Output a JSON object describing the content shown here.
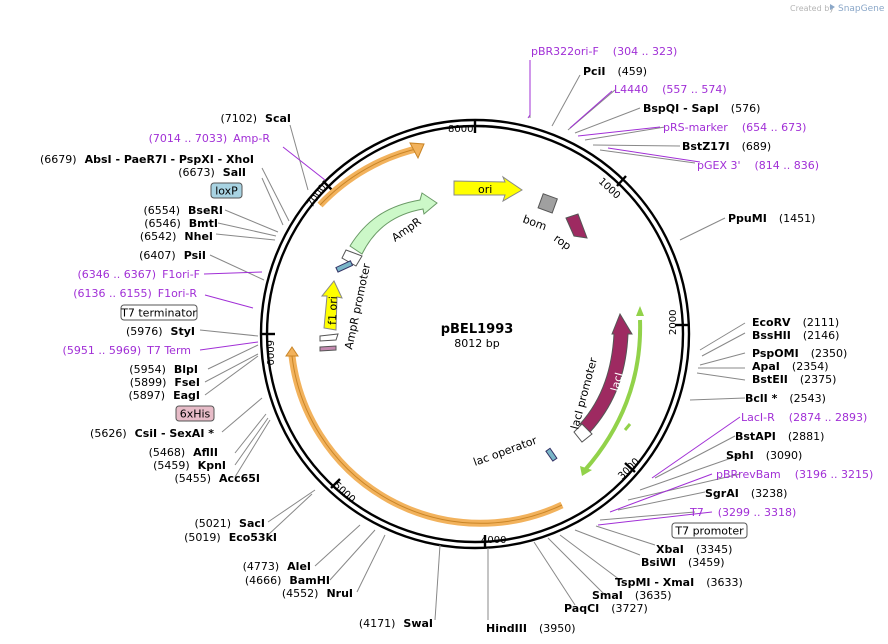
{
  "credit": {
    "prefix": "Created by",
    "brand": "SnapGene"
  },
  "plasmid": {
    "name": "pBEL1993",
    "length": "8012 bp"
  },
  "ticks": [
    "1000",
    "2000",
    "3000",
    "4000",
    "5000",
    "6000",
    "7000",
    "8000"
  ],
  "features": {
    "ori": "ori",
    "bom": "bom",
    "rop": "rop",
    "ampr": "AmpR",
    "ampr_promoter": "AmpR promoter",
    "f1_ori": "f1 ori",
    "laci": "lacI",
    "laci_promoter": "lacI promoter",
    "lac_operator": "lac operator"
  },
  "boxed": {
    "loxp": "loxP",
    "t7_terminator": "T7 terminator",
    "his": "6xHis",
    "t7_promoter": "T7 promoter"
  },
  "sites": [
    {
      "pos": "",
      "name": "PciI",
      "num": "(459)"
    },
    {
      "pos": "",
      "name": "BspQI - SapI",
      "num": "(576)"
    },
    {
      "pos": "",
      "name": "BstZ17I",
      "num": "(689)"
    },
    {
      "pos": "",
      "name": "PpuMI",
      "num": "(1451)"
    },
    {
      "pos": "",
      "name": "EcoRV",
      "num": "(2111)"
    },
    {
      "pos": "",
      "name": "BssHII",
      "num": "(2146)"
    },
    {
      "pos": "",
      "name": "PspOMI",
      "num": "(2350)"
    },
    {
      "pos": "",
      "name": "ApaI",
      "num": "(2354)"
    },
    {
      "pos": "",
      "name": "BstEII",
      "num": "(2375)"
    },
    {
      "pos": "",
      "name": "BclI *",
      "num": "(2543)"
    },
    {
      "pos": "",
      "name": "BstAPI",
      "num": "(2881)"
    },
    {
      "pos": "",
      "name": "SphI",
      "num": "(3090)"
    },
    {
      "pos": "",
      "name": "SgrAI",
      "num": "(3238)"
    },
    {
      "pos": "",
      "name": "XbaI",
      "num": "(3345)"
    },
    {
      "pos": "",
      "name": "BsiWI",
      "num": "(3459)"
    },
    {
      "pos": "",
      "name": "TspMI - XmaI",
      "num": "(3633)"
    },
    {
      "pos": "",
      "name": "SmaI",
      "num": "(3635)"
    },
    {
      "pos": "",
      "name": "PaqCI",
      "num": "(3727)"
    },
    {
      "pos": "",
      "name": "HindIII",
      "num": "(3950)"
    },
    {
      "pos": "(4171)",
      "name": "SwaI",
      "num": ""
    },
    {
      "pos": "(4552)",
      "name": "NruI",
      "num": ""
    },
    {
      "pos": "(4666)",
      "name": "BamHI",
      "num": ""
    },
    {
      "pos": "(4773)",
      "name": "AleI",
      "num": ""
    },
    {
      "pos": "(5019)",
      "name": "Eco53kI",
      "num": ""
    },
    {
      "pos": "(5021)",
      "name": "SacI",
      "num": ""
    },
    {
      "pos": "(5455)",
      "name": "Acc65I",
      "num": ""
    },
    {
      "pos": "(5459)",
      "name": "KpnI",
      "num": ""
    },
    {
      "pos": "(5468)",
      "name": "AflII",
      "num": ""
    },
    {
      "pos": "(5626)",
      "name": "CsiI - SexAI *",
      "num": ""
    },
    {
      "pos": "(5897)",
      "name": "EagI",
      "num": ""
    },
    {
      "pos": "(5899)",
      "name": "FseI",
      "num": ""
    },
    {
      "pos": "(5954)",
      "name": "BlpI",
      "num": ""
    },
    {
      "pos": "(5976)",
      "name": "StyI",
      "num": ""
    },
    {
      "pos": "(6407)",
      "name": "PsiI",
      "num": ""
    },
    {
      "pos": "(6542)",
      "name": "NheI",
      "num": ""
    },
    {
      "pos": "(6546)",
      "name": "BmtI",
      "num": ""
    },
    {
      "pos": "(6554)",
      "name": "BseRI",
      "num": ""
    },
    {
      "pos": "(6673)",
      "name": "SalI",
      "num": ""
    },
    {
      "pos": "(6679)",
      "name": "AbsI - PaeR7I - PspXI - XhoI",
      "num": ""
    },
    {
      "pos": "(7102)",
      "name": "ScaI",
      "num": ""
    }
  ],
  "primers": [
    {
      "name": "pBR322ori-F",
      "range": "(304 .. 323)"
    },
    {
      "name": "L4440",
      "range": "(557 .. 574)"
    },
    {
      "name": "pRS-marker",
      "range": "(654 .. 673)"
    },
    {
      "name": "pGEX 3'",
      "range": "(814 .. 836)"
    },
    {
      "name": "LacI-R",
      "range": "(2874 .. 2893)"
    },
    {
      "name": "pBRrevBam",
      "range": "(3196 .. 3215)"
    },
    {
      "name": "T7",
      "range": "(3299 .. 3318)"
    },
    {
      "name": "Amp-R",
      "range": "(7014 .. 7033)"
    },
    {
      "name": "F1ori-F",
      "range": "(6346 .. 6367)"
    },
    {
      "name": "F1ori-R",
      "range": "(6136 .. 6155)"
    },
    {
      "name": "T7 Term",
      "range": "(5951 .. 5969)"
    }
  ],
  "colors": {
    "ori": "#ffff00",
    "ampr": "#ccf8c8",
    "laci": "#9e2a61",
    "cds_orange": "#f2b25c",
    "primer": "#a12fd6",
    "green_arc": "#92d24a",
    "loxp_bg": "#a8d3e2",
    "his_bg": "#e7bcc8",
    "bom": "#a0a0a0"
  }
}
